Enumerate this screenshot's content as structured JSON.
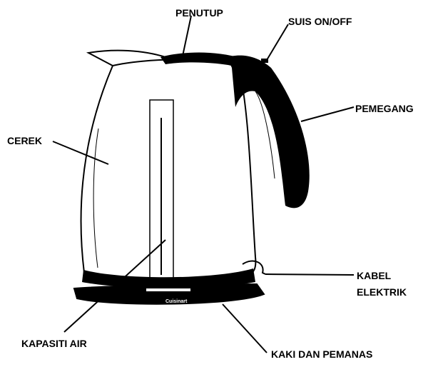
{
  "labels": {
    "lid": "PENUTUP",
    "switch": "SUIS ON/OFF",
    "handle": "PEMEGANG",
    "kettle": "CEREK",
    "cable_line1": "KABEL",
    "cable_line2": "ELEKTRIK",
    "water_capacity": "KAPASITI AIR",
    "base": "KAKI DAN PEMANAS"
  },
  "brand": "Cuisinart",
  "colors": {
    "ink": "#000000",
    "background": "#ffffff",
    "logo_text": "#ffffff"
  }
}
